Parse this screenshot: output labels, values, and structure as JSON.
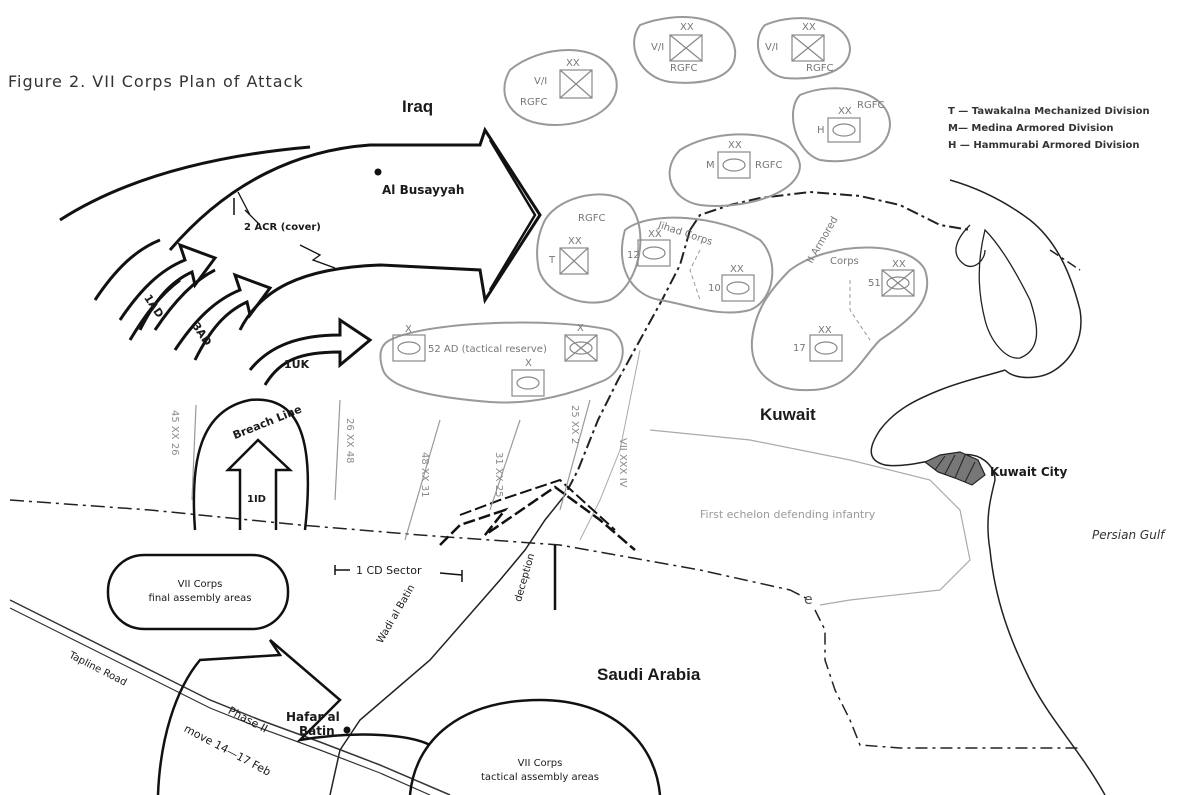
{
  "title": "Figure 2. VII Corps Plan of Attack",
  "countries": {
    "iraq": "Iraq",
    "kuwait": "Kuwait",
    "saudi": "Saudi Arabia"
  },
  "places": {
    "al_busayyah": "Al Busayyah",
    "kuwait_city": "Kuwait City",
    "persian_gulf": "Persian Gulf",
    "hafar": "Hafar al",
    "batin": "Batin",
    "wadi": "Wadi al Batin",
    "tapline": "Tapline Road"
  },
  "legend": [
    "T — Tawakalna Mechanized Division",
    "M— Medina Armored Division",
    "H — Hammurabi Armored Division"
  ],
  "units": {
    "acr": "2 ACR (cover)",
    "ad1": "1AD",
    "ad3": "3AD",
    "uk1": "1UK",
    "id1": "1ID",
    "cd": "1 CD Sector",
    "breach": "Breach Line",
    "deception": "deception",
    "phase": "Phase II",
    "move": "move 14—17 Feb"
  },
  "areas": {
    "final_1": "VII Corps",
    "final_2": "final assembly areas",
    "tactical_1": "VII Corps",
    "tactical_2": "tactical assembly areas"
  },
  "iraqi": {
    "rgfc": "RGFC",
    "vi": "V/I",
    "xx": "XX",
    "x": "X",
    "h": "H",
    "m": "M",
    "t": "T",
    "d10": "10",
    "d12": "12",
    "d17": "17",
    "d51": "51",
    "ad52": "52 AD (tactical reserve)",
    "jihad": "Jihad Corps",
    "armored": "II Armored",
    "corps": "Corps",
    "first_echelon": "First echelon defending infantry",
    "e": "e"
  },
  "boundaries": {
    "b1": [
      "45",
      "XX",
      "26"
    ],
    "b2": [
      "26",
      "XX",
      "48"
    ],
    "b3": [
      "48",
      "XX",
      "31"
    ],
    "b4": [
      "31",
      "XX",
      "25"
    ],
    "b5": [
      "25",
      "XX",
      "2"
    ],
    "b6": [
      "VII",
      "XXX",
      "IV"
    ]
  }
}
